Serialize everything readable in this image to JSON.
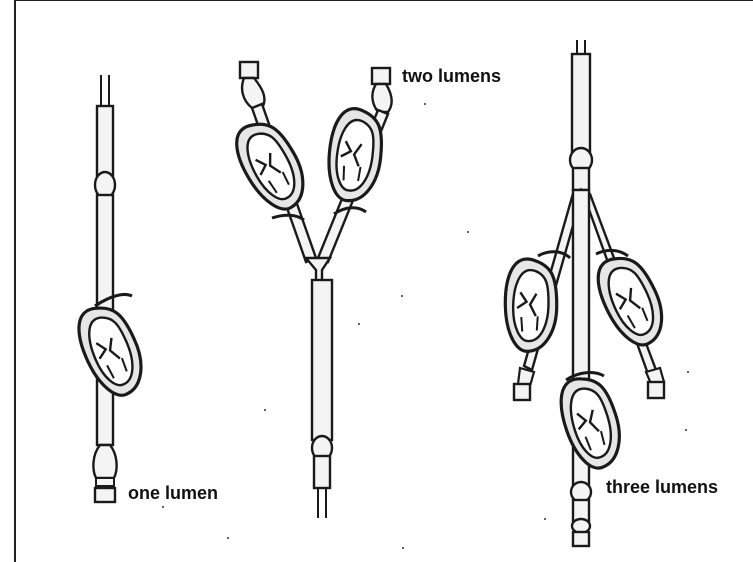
{
  "labels": {
    "one": "one lumen",
    "two": "two lumens",
    "three": "three lumens"
  },
  "colors": {
    "ink": "#1a1a1a",
    "clamp_fill": "#e6e6e6",
    "background": "#ffffff"
  }
}
